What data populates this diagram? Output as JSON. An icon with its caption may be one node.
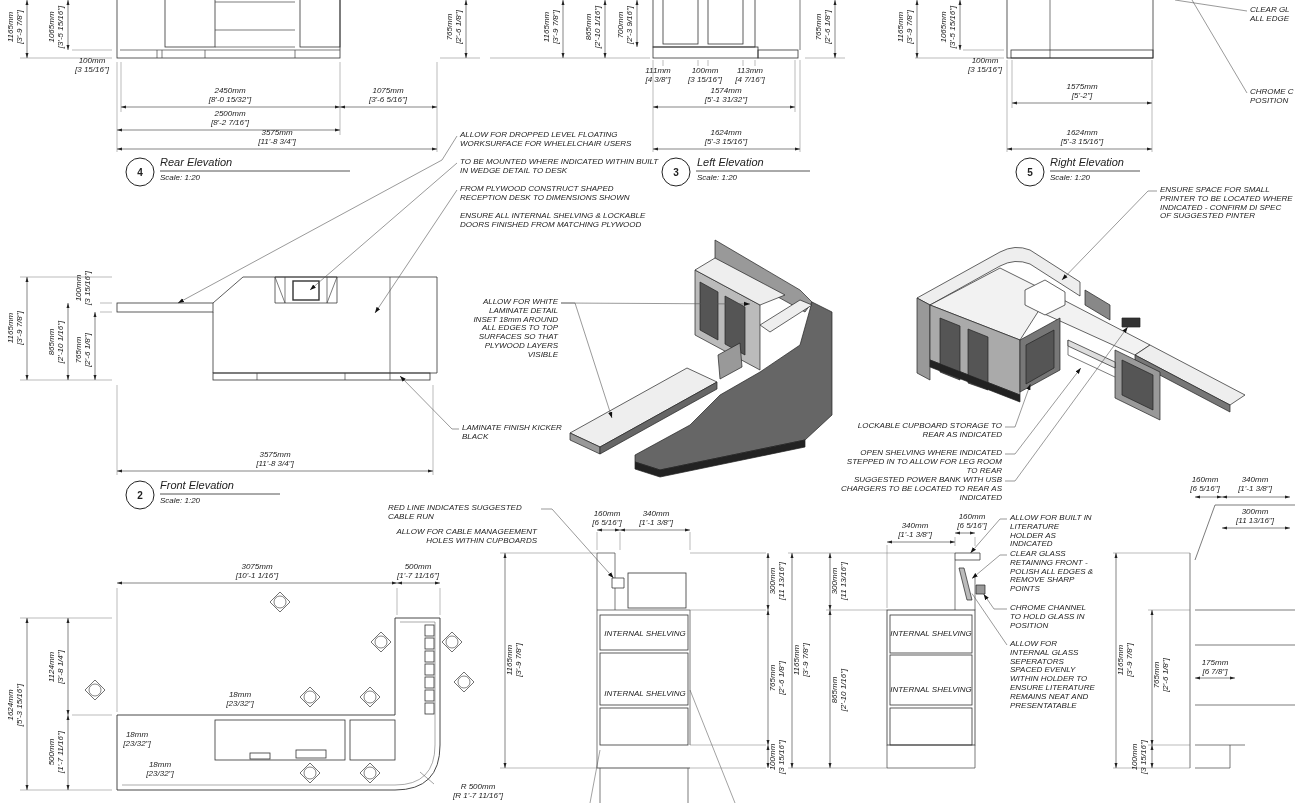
{
  "diagram": {
    "nodes": [
      {
        "text": [
          "ALLOW FOR DROPPED LEVEL FLOATING WORKSURFACE FOR WHELELCHAIR USERS"
        ]
      },
      {
        "text": [
          "TO BE MOUNTED WHERE INDICATED WITHIN BUILT IN WEDGE DETAIL TO DESK"
        ]
      },
      {
        "text": [
          "FROM PLYWOOD CONSTRUCT SHAPED RECEPTION DESK TO DIMENSIONS SHOWN"
        ]
      },
      {
        "text": [
          "CLEAR GL ALL EDGE"
        ]
      },
      {
        "text": [
          "CHROME C POSITION"
        ]
      },
      {
        "text": [
          "ENSURE SPACE FOR SMALL PRINTER TO BE LOCATED WHERE INDICATED - CONFIRM DI SPEC OF SUGGESTED PINTER"
        ]
      },
      {
        "text": [
          "ALLOW FOR WHITE LAMINATE DETAIL INSET 18mm AROUND ALL EDGES TO TOP SURFACES SO THAT PLYWOOD LAYERS VISIBLE"
        ]
      },
      {
        "text": [
          "LAMINATE FINISH KICKER BLACK"
        ]
      },
      {
        "text": [
          "LOCKABLE CUPBOARD STORAGE TO REAR AS INDICATED"
        ]
      },
      {
        "text": [
          "OPEN SHELVING WHERE INDICATED STEPPED IN TO ALLOW FOR LEG ROOM TO REAR"
        ]
      },
      {
        "text": [
          "SUGGESTED POWER BANK WITH USB CHARGERS TO BE LOCATED TO REAR AS INDICATED"
        ]
      },
      {
        "text": [
          "RED LINE INDICATES SUGGESTED CABLE RUN"
        ]
      },
      {
        "text": [
          "ALLOW FOR BUILT IN LITERATURE HOLDER AS INDICATED"
        ]
      },
      {
        "text": [
          "CLEAR GLASS RETAINING FRONT - POLISH ALL EDGES & REMOVE SHARP POINTS"
        ]
      },
      {
        "text": [
          "CHROME CHANNEL TO HOLD GLASS IN POSITION"
        ]
      },
      {
        "text": [
          "ALLOW FOR INTERNAL GLASS SEPERATORS SPACED EVENLY WITHIN HOLDER TO ENSURE LITERATURE REMAINS NEAT AND PRESENTATABLE"
        ]
      },
      {
        "text": [],
        "shape": "box"
      },
      {
        "text": [],
        "shape": "box"
      },
      {
        "text": [],
        "shape": "box"
      },
      {
        "text": [],
        "shape": "box"
      },
      {
        "text": [],
        "shape": "box"
      },
      {
        "text": [],
        "shape": "box"
      },
      {
        "text": [],
        "shape": "box"
      },
      {
        "text": [],
        "shape": "box"
      }
    ],
    "edges": [
      {
        "from": 0,
        "to": null,
        "arrow": "to"
      },
      {
        "from": 1,
        "to": null,
        "arrow": "to"
      },
      {
        "from": 2,
        "to": null,
        "arrow": "to"
      },
      {
        "from": 3,
        "to": null,
        "arrow": "none"
      },
      {
        "from": 4,
        "to": null,
        "arrow": "none"
      },
      {
        "from": 5,
        "to": 16,
        "arrow": "to"
      },
      {
        "from": 6,
        "to": null,
        "arrow": "to"
      },
      {
        "from": 6,
        "to": null,
        "arrow": "to"
      },
      {
        "from": 7,
        "to": null,
        "arrow": "to"
      },
      {
        "from": 8,
        "to": 17,
        "arrow": "to"
      },
      {
        "from": 9,
        "to": 18,
        "arrow": "to"
      },
      {
        "from": 10,
        "to": 19,
        "arrow": "to"
      },
      {
        "from": 11,
        "to": 20,
        "arrow": "to"
      },
      {
        "from": 12,
        "to": 21,
        "arrow": "to"
      },
      {
        "from": 13,
        "to": 22,
        "arrow": "to"
      },
      {
        "from": 14,
        "to": 23,
        "arrow": "to"
      },
      {
        "from": 15,
        "to": 22,
        "arrow": "none"
      }
    ],
    "labels": [
      "1165mm [3'-9 7/8\"]",
      "1065mm [3'-5 15/16\"]",
      "100mm [3 15/16\"]",
      "2450mm [8'-0 15/32\"]",
      "1075mm [3'-6 5/16\"]",
      "2500mm [8'-2 7/16\"]",
      "3575mm [11'-8 3/4\"]",
      "4",
      "Rear Elevation",
      "Scale: 1:20",
      "765mm [2'-6 1/8\"]",
      "1165mm [3'-9 7/8\"]",
      "865mm [2'-10 1/16\"]",
      "700mm [2'-3 9/16\"]",
      "765mm [2'-6 1/8\"]",
      "111mm [4 3/8\"]",
      "100mm [3 15/16\"]",
      "113mm [4 7/16\"]",
      "1574mm [5'-1 31/32\"]",
      "1624mm [5'-3 15/16\"]",
      "3",
      "Left Elevation",
      "Scale: 1:20",
      "1165mm [3'-9 7/8\"]",
      "1065mm [3'-5 15/16\"]",
      "100mm [3 15/16\"]",
      "1575mm [5'-2\"]",
      "1624mm [5'-3 15/16\"]",
      "5",
      "Right Elevation",
      "Scale: 1:20",
      "ENSURE ALL INTERNAL SHELVING & LOCKABLE DOORS FINISHED FROM MATCHING PLYWOOD",
      "1165mm [3'-9 7/8\"]",
      "100mm [3 15/16\"]",
      "865mm [2'-10 1/16\"]",
      "765mm [2'-6 1/8\"]",
      "3575mm [11'-8 3/4\"]",
      "2",
      "Front Elevation",
      "Scale: 1:20",
      "ALLOW FOR CABLE MANAGEEMENT HOLES WITHIN CUPBOARDS",
      "3075mm [10'-1 1/16\"]",
      "500mm [1'-7 11/16\"]",
      "1624mm [5'-3 15/16\"]",
      "1124mm [3'-8 1/4\"]",
      "500mm [1'-7 11/16\"]",
      "18mm [23/32\"]",
      "18mm [23/32\"]",
      "18mm [23/32\"]",
      "R 500mm [R 1'-7 11/16\"]",
      "160mm [6 5/16\"]",
      "340mm [1'-1 3/8\"]",
      "1165mm [3'-9 7/8\"]",
      "INTERNAL SHELVING",
      "INTERNAL SHELVING",
      "300mm [11 13/16\"]",
      "765mm [2'-6 1/8\"]",
      "100mm [3 15/16\"]",
      "340mm [1'-1 3/8\"]",
      "160mm [6 5/16\"]",
      "1165mm [3'-9 7/8\"]",
      "300mm [11 13/16\"]",
      "865mm [2'-10 1/16\"]",
      "INTERNAL SHELVING",
      "INTERNAL SHELVING",
      "160mm [6 5/16\"]",
      "340mm [1'-1 3/8\"]",
      "300mm [11 13/16\"]",
      "1165mm [3'-9 7/8\"]",
      "765mm [2'-6 1/8\"]",
      "175mm [6 7/8\"]",
      "100mm [3 15/16\"]"
    ]
  }
}
